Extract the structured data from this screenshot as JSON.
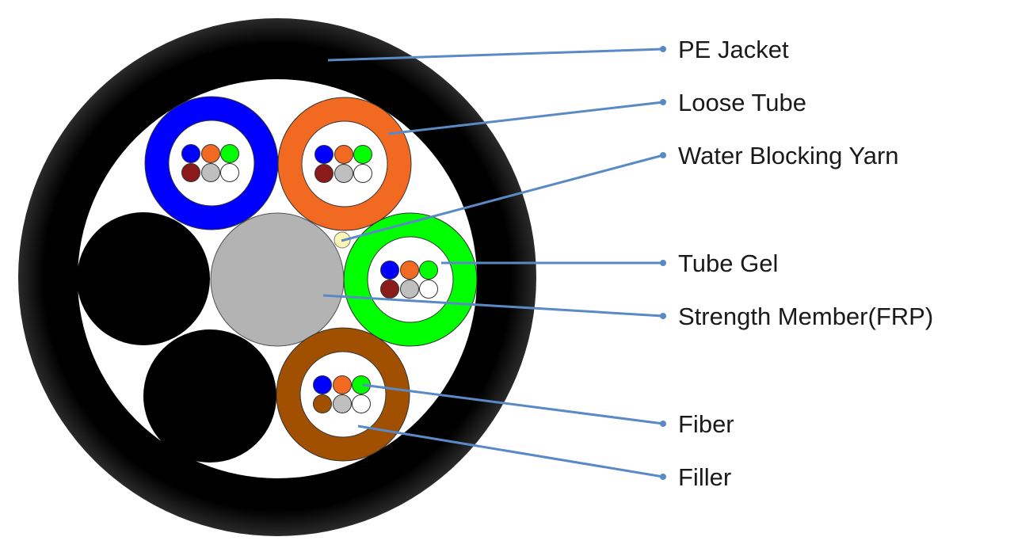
{
  "title": "Fiber Optic Cable Cross-Section",
  "colors": {
    "jacket": "#000000",
    "interior": "#ffffff",
    "strength_member": "#b3b3b3",
    "water_blocking_yarn": "#fdf7b5",
    "filler_rod": "#000000",
    "leader_line": "#5a8ac6",
    "outline": "#333333"
  },
  "loose_tubes": [
    {
      "name": "blue",
      "color": "#0000ff",
      "fibers": [
        "#0000ff",
        "#f26a21",
        "#00ff00",
        "#8b1a1a",
        "#bfbfbf",
        "#ffffff"
      ]
    },
    {
      "name": "orange",
      "color": "#f26a21",
      "fibers": [
        "#0000ff",
        "#f26a21",
        "#00ff00",
        "#8b1a1a",
        "#bfbfbf",
        "#ffffff"
      ]
    },
    {
      "name": "green",
      "color": "#00ff00",
      "fibers": [
        "#0000ff",
        "#f26a21",
        "#00ff00",
        "#8b1a1a",
        "#bfbfbf",
        "#ffffff"
      ]
    },
    {
      "name": "brown",
      "color": "#a05000",
      "fibers": [
        "#0000ff",
        "#f26a21",
        "#00ff00",
        "#a05000",
        "#bfbfbf",
        "#ffffff"
      ]
    }
  ],
  "labels": [
    {
      "id": "pe-jacket",
      "text": "PE Jacket"
    },
    {
      "id": "loose-tube",
      "text": "Loose Tube"
    },
    {
      "id": "water-blocking-yarn",
      "text": "Water Blocking Yarn"
    },
    {
      "id": "tube-gel",
      "text": "Tube Gel"
    },
    {
      "id": "strength-member",
      "text": "Strength Member(FRP)"
    },
    {
      "id": "fiber",
      "text": "Fiber"
    },
    {
      "id": "filler",
      "text": "Filler"
    }
  ]
}
